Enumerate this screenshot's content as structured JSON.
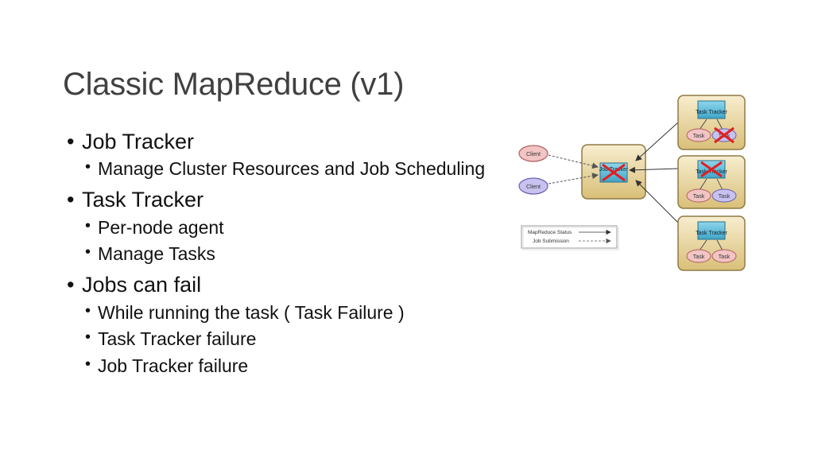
{
  "slide": {
    "title": "Classic MapReduce (v1)",
    "bullets": [
      {
        "text": "Job Tracker",
        "sub": [
          "Manage Cluster Resources and Job Scheduling"
        ]
      },
      {
        "text": "Task Tracker",
        "sub": [
          "Per-node agent",
          "Manage Tasks"
        ]
      },
      {
        "text": "Jobs can fail",
        "sub": [
          "While running the task ( Task Failure )",
          "Task Tracker failure",
          "Job Tracker failure"
        ]
      }
    ]
  },
  "diagram": {
    "clients": [
      "Client",
      "Client"
    ],
    "job_tracker": "Job Tracker",
    "task_trackers": [
      {
        "label": "Task Tracker",
        "tasks": [
          "Task",
          "Task"
        ]
      },
      {
        "label": "Task Tracker",
        "tasks": [
          "Task",
          "Task"
        ]
      },
      {
        "label": "Task Tracker",
        "tasks": [
          "Task",
          "Task"
        ]
      }
    ],
    "legend": {
      "status": "MapReduce Status",
      "submission": "Job Submission"
    },
    "colors": {
      "node_fill": "#ead8a6",
      "node_border": "#8f7a44",
      "tracker_box": "#5bb8d6",
      "client_pink": "#f2c4c4",
      "client_purple": "#c8c2f0",
      "failure_x": "#e02020"
    }
  }
}
